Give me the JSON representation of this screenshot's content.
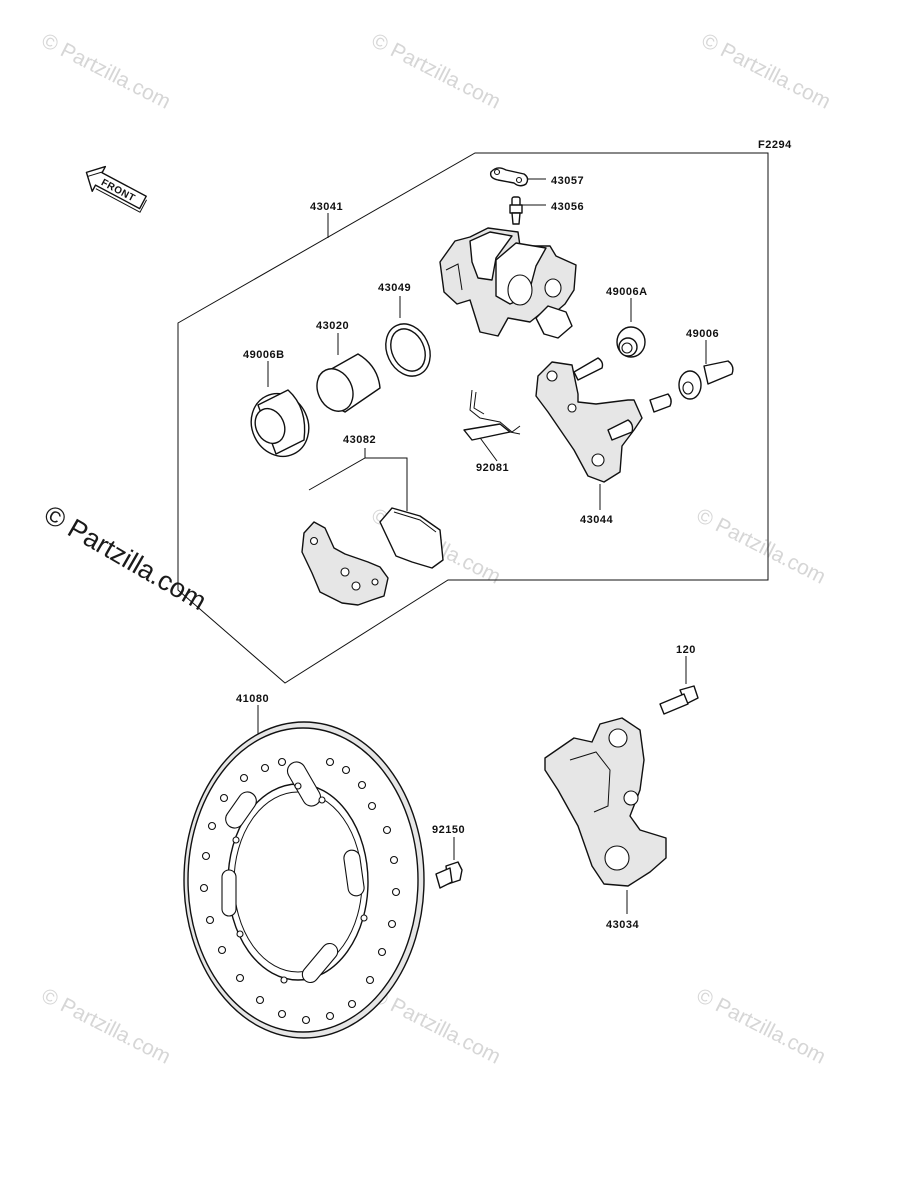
{
  "diagram": {
    "code": "F2294",
    "front_label": "FRONT",
    "watermark": "© Partzilla.com",
    "parts": {
      "p43057": "43057",
      "p43056": "43056",
      "p43041": "43041",
      "p43049": "43049",
      "p49006A": "49006A",
      "p43020": "43020",
      "p49006": "49006",
      "p49006B": "49006B",
      "p43082": "43082",
      "p92081": "92081",
      "p43044": "43044",
      "p120": "120",
      "p41080": "41080",
      "p92150": "92150",
      "p43034": "43034"
    }
  }
}
